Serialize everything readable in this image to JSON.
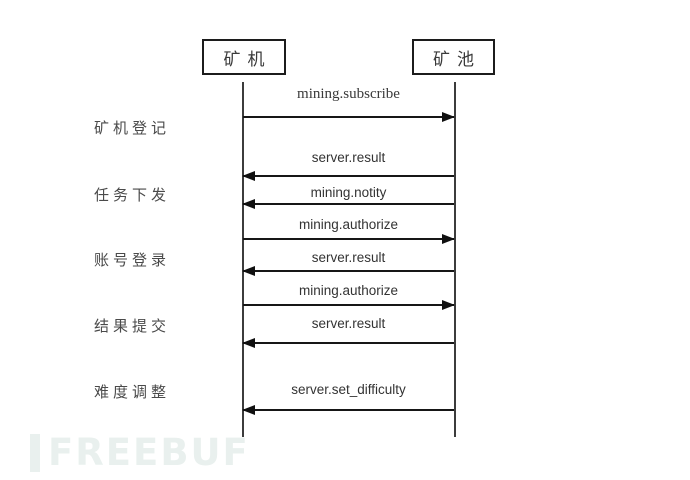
{
  "diagram": {
    "actors": [
      {
        "label": "矿机"
      },
      {
        "label": "矿池"
      }
    ],
    "phases": [
      {
        "label": "矿机登记"
      },
      {
        "label": "任务下发"
      },
      {
        "label": "账号登录"
      },
      {
        "label": "结果提交"
      },
      {
        "label": "难度调整"
      }
    ],
    "messages": [
      {
        "label": "mining.subscribe",
        "direction": "right"
      },
      {
        "label": "server.result",
        "direction": "left"
      },
      {
        "label": "mining.notity",
        "direction": "left"
      },
      {
        "label": "mining.authorize",
        "direction": "right"
      },
      {
        "label": "server.result",
        "direction": "left"
      },
      {
        "label": "mining.authorize",
        "direction": "right"
      },
      {
        "label": "server.result",
        "direction": "left"
      },
      {
        "label": "server.set_difficulty",
        "direction": "left"
      }
    ],
    "colors": {
      "line": "#161616",
      "text": "#333333",
      "watermark": "#e9f0ee"
    }
  },
  "watermark": {
    "text": "FREEBUF"
  }
}
